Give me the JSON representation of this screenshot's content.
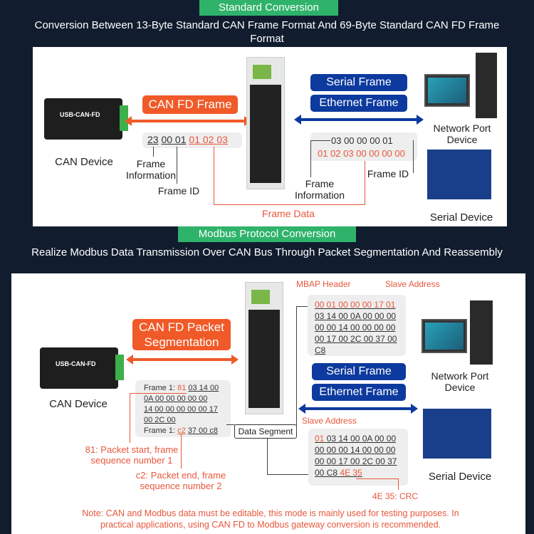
{
  "section1": {
    "tag": "Standard Conversion",
    "subtitle": "Conversion Between 13-Byte Standard CAN Frame Format And 69-Byte Standard CAN FD Frame Format",
    "can_device_label": "CAN Device",
    "device_brand": "USB-CAN-FD",
    "canfd_frame": "CAN FD Frame",
    "serial_frame": "Serial Frame",
    "ethernet_frame": "Ethernet Frame",
    "can_bytes": {
      "info": "23",
      "id": "00 01",
      "data": "01 02 03"
    },
    "eth_line1": "03 00 00 00 01",
    "eth_line2": "01 02 03 00 00 00 00",
    "frame_information": "Frame Information",
    "frame_id": "Frame ID",
    "frame_information_right": "Frame Information",
    "frame_id_right": "Frame ID",
    "frame_data": "Frame Data",
    "network_port_device": "Network Port Device",
    "serial_device": "Serial Device"
  },
  "section2": {
    "tag": "Modbus Protocol Conversion",
    "subtitle": "Realize Modbus Data Transmission Over CAN Bus Through Packet Segmentation And Reassembly",
    "can_device_label": "CAN Device",
    "device_brand": "USB-CAN-FD",
    "canfd_packet": "CAN FD Packet Segmentation",
    "serial_frame": "Serial Frame",
    "ethernet_frame": "Ethernet Frame",
    "mbap_header": "MBAP Header",
    "slave_address_top": "Slave Address",
    "eth_hex": {
      "mbap": "00 01 00 00 00 17",
      "slave": "01",
      "lines": [
        "03 14 00 0A 00 00 00",
        "00 00 14 00 00 00 00",
        "00 17 00 2C 00 37 00",
        "C8"
      ]
    },
    "can_frames": {
      "f1_label": "Frame 1:",
      "f1_start": "81",
      "f1_rest": "03 14 00",
      "f1_lines": [
        "0A 00 00 00 00 00",
        "14 00 00 00 00 00 17",
        "00 2C 00"
      ],
      "f2_label": "Frame 1:",
      "f2_end": "c2",
      "f2_rest": "37 00 c8"
    },
    "data_segment": "Data Segment",
    "slave_address": "Slave Address",
    "serial_hex": {
      "slave": "01",
      "l1": "03 14 00 0A 00 00",
      "lines": [
        "00 00 00 14 00 00 00",
        "00 00 17 00 2C 00 37"
      ],
      "last": "00 C8",
      "crc": "4E 35"
    },
    "note_81": "81: Packet start, frame sequence number 1",
    "note_c2": "c2: Packet end, frame sequence number 2",
    "note_crc": "4E 35: CRC",
    "network_port_device": "Network Port Device",
    "serial_device": "Serial Device",
    "footer_note": "Note: CAN and Modbus data must be editable, this mode is mainly used for testing purposes. In practical applications, using CAN FD to Modbus gateway conversion is recommended."
  },
  "colors": {
    "background": "#111d2e",
    "tag_green": "#2fb36b",
    "orange": "#f05a28",
    "blue": "#0d3a9e",
    "red_text": "#e8573c"
  }
}
